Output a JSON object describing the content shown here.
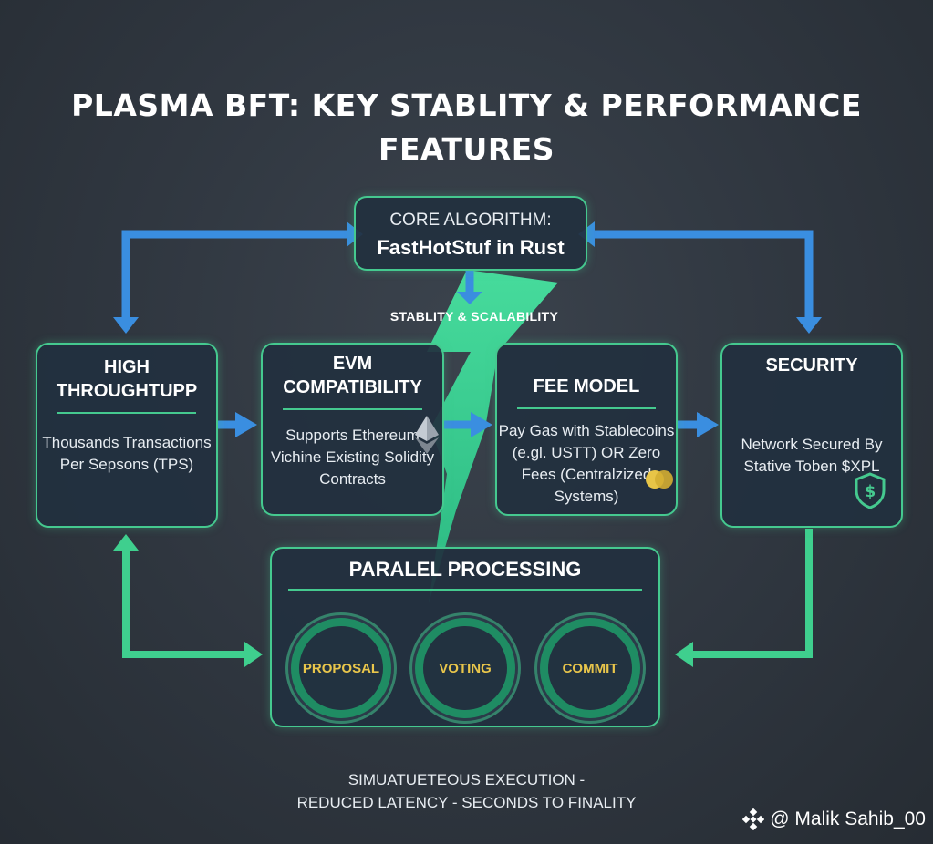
{
  "title": {
    "line1": "PLASMA BFT: KEY STABLITY & PERFORMANCE",
    "line2": "FEATURES"
  },
  "core": {
    "line1": "CORE ALGORITHM:",
    "line2": "FastHotStuf in Rust"
  },
  "stability_label": "STABLITY & SCALABILITY",
  "boxes": {
    "throughput": {
      "title": "HIGH THROUGHTUPP",
      "body": "Thousands Transactions Per Sepsons (TPS)"
    },
    "evm": {
      "title": "EVM COMPATIBILITY",
      "body": "Supports Ethereum Vichine Existing Solidity Contracts"
    },
    "fee": {
      "title": "FEE MODEL",
      "body": "Pay Gas with Stablecoins (e.gl. USTT) OR Zero Fees (Centralzized Systems)"
    },
    "security": {
      "title": "SECURITY",
      "body": "Network Secured By Stative Toben $XPL"
    }
  },
  "parallel": {
    "title": "PARALEL PROCESSING",
    "stages": [
      "PROPOSAL",
      "VOTING",
      "COMMIT"
    ]
  },
  "footer": {
    "line1": "SIMUATUETEOUS EXECUTION -",
    "line2": "REDUCED LATENCY - SECONDS TO FINALITY"
  },
  "watermark": "@ Malik Sahib_00",
  "icons": [
    "ethereum-icon",
    "coins-icon",
    "dollar-shield-icon",
    "binance-logo-icon"
  ],
  "colors": {
    "background": "#2f363f",
    "box_border": "#45c98f",
    "arrow_blue": "#3a8ee0",
    "arrow_green": "#3fcf8e",
    "lightning": "#3ddc97",
    "stage_label": "#e9c64b"
  }
}
